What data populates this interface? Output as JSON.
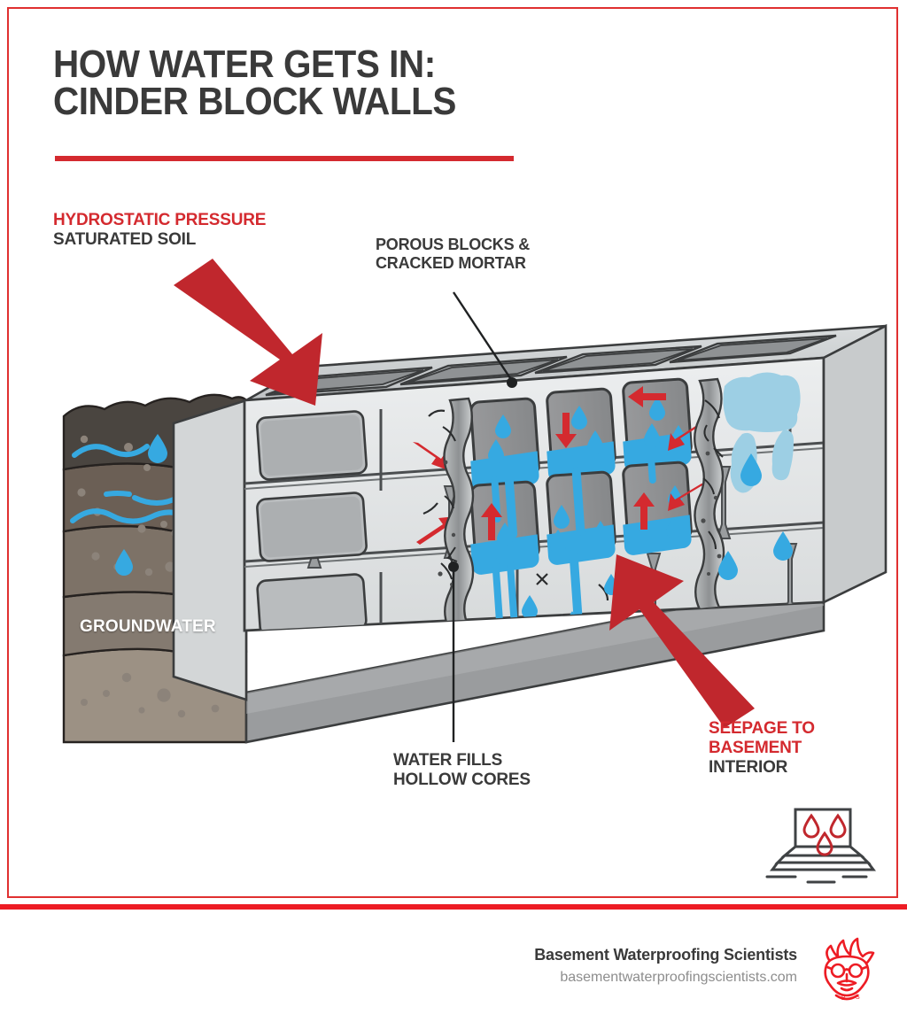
{
  "theme": {
    "red": "#d42a2f",
    "red_bar": "#ed1c24",
    "dark_text": "#3a3a3a",
    "water_blue": "#36a9e1",
    "stain_blue": "#9dcfe4",
    "block_face": "#e2e4e5",
    "core_gray": "#8f9294",
    "footing_gray": "#9a9c9e",
    "soil_1": "#4a4540",
    "soil_2": "#6b5f55",
    "soil_3": "#7d7267",
    "soil_4": "#847a70",
    "soil_5": "#9c9184"
  },
  "header": {
    "title_line1": "HOW WATER GETS IN:",
    "title_line2": "CINDER BLOCK WALLS"
  },
  "callouts": {
    "hydrostatic": {
      "red_line": "HYDROSTATIC PRESSURE",
      "dark_line": "SATURATED SOIL"
    },
    "porous": {
      "line1": "POROUS BLOCKS &",
      "line2": "CRACKED MORTAR"
    },
    "cores": {
      "line1": "WATER FILLS",
      "line2": "HOLLOW CORES"
    },
    "seepage": {
      "red_line1": "SEEPAGE TO",
      "red_line2": "BASEMENT",
      "dark_line": "INTERIOR"
    },
    "groundwater": "GROUNDWATER"
  },
  "diagram": {
    "icons": {
      "pressure_arrow": "large-red-arrow-down-right",
      "seepage_arrow": "large-red-arrow-up-left",
      "basement_stairs": "basement-stairs-leak-icon",
      "water_drop": "water-drop-icon",
      "crack": "mortar-crack-icon"
    },
    "flow_arrow_count": 9,
    "block_rows": 3,
    "block_columns": 4
  },
  "footer": {
    "company": "Basement Waterproofing Scientists",
    "website": "basementwaterproofingscientists.com",
    "logo_name": "scientist-face-logo"
  }
}
